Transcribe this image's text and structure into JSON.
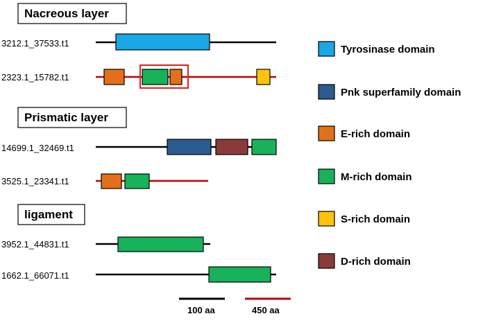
{
  "colors": {
    "tyrosinase": "#1aa7e6",
    "pnk": "#2c5b8f",
    "e_rich": "#e2701a",
    "m_rich": "#17b25a",
    "s_rich": "#ffc20e",
    "d_rich": "#8b3a3a",
    "line_black": "#000000",
    "line_red": "#c00000",
    "highlight": "#e81c1c"
  },
  "sections": {
    "nacreous": "Nacreous layer",
    "prismatic": "Prismatic layer",
    "ligament": "ligament"
  },
  "proteins": {
    "p1": "3212.1_37533.t1",
    "p2": "2323.1_15782.t1",
    "p3": "14699.1_32469.t1",
    "p4": "3525.1_23341.t1",
    "p5": "3952.1_44831.t1",
    "p6": "1662.1_66071.t1"
  },
  "legend": {
    "tyrosinase": "Tyrosinase domain",
    "pnk": "Pnk superfamily domain",
    "e_rich": "E-rich domain",
    "m_rich": "M-rich domain",
    "s_rich": "S-rich domain",
    "d_rich": "D-rich domain"
  },
  "scale": {
    "black": "100 aa",
    "red": "450 aa"
  }
}
